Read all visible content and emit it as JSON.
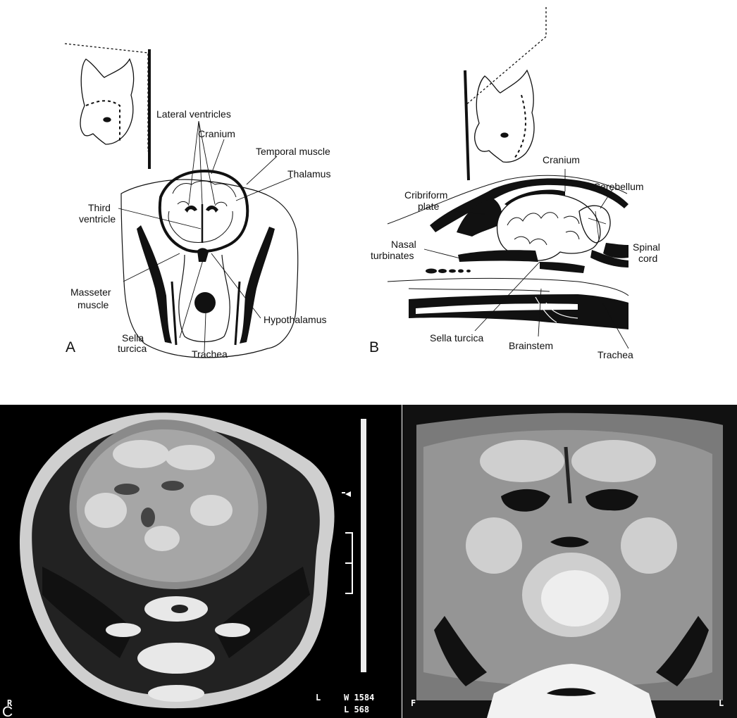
{
  "panel_a": {
    "letter": "A",
    "labels": {
      "lateral_ventricles": "Lateral ventricles",
      "cranium": "Cranium",
      "temporal_muscle": "Temporal muscle",
      "thalamus": "Thalamus",
      "third_ventricle_1": "Third",
      "third_ventricle_2": "ventricle",
      "masseter_1": "Masseter",
      "masseter_2": "muscle",
      "hypothalamus": "Hypothalamus",
      "sella_1": "Sella",
      "sella_2": "turcica",
      "trachea": "Trachea"
    }
  },
  "panel_b": {
    "letter": "B",
    "labels": {
      "cranium": "Cranium",
      "cerebellum": "Cerebellum",
      "cribriform_1": "Cribriform",
      "cribriform_2": "plate",
      "nasal_1": "Nasal",
      "nasal_2": "turbinates",
      "spinal_1": "Spinal",
      "spinal_2": "cord",
      "sella": "Sella turcica",
      "brainstem": "Brainstem",
      "trachea": "Trachea"
    }
  },
  "panel_c": {
    "letter": "C",
    "orientation_right": "R",
    "orientation_left": "L",
    "window": "W 1584",
    "level": "L  568"
  },
  "panel_d": {
    "orientation_right": "F",
    "orientation_left": "L"
  }
}
